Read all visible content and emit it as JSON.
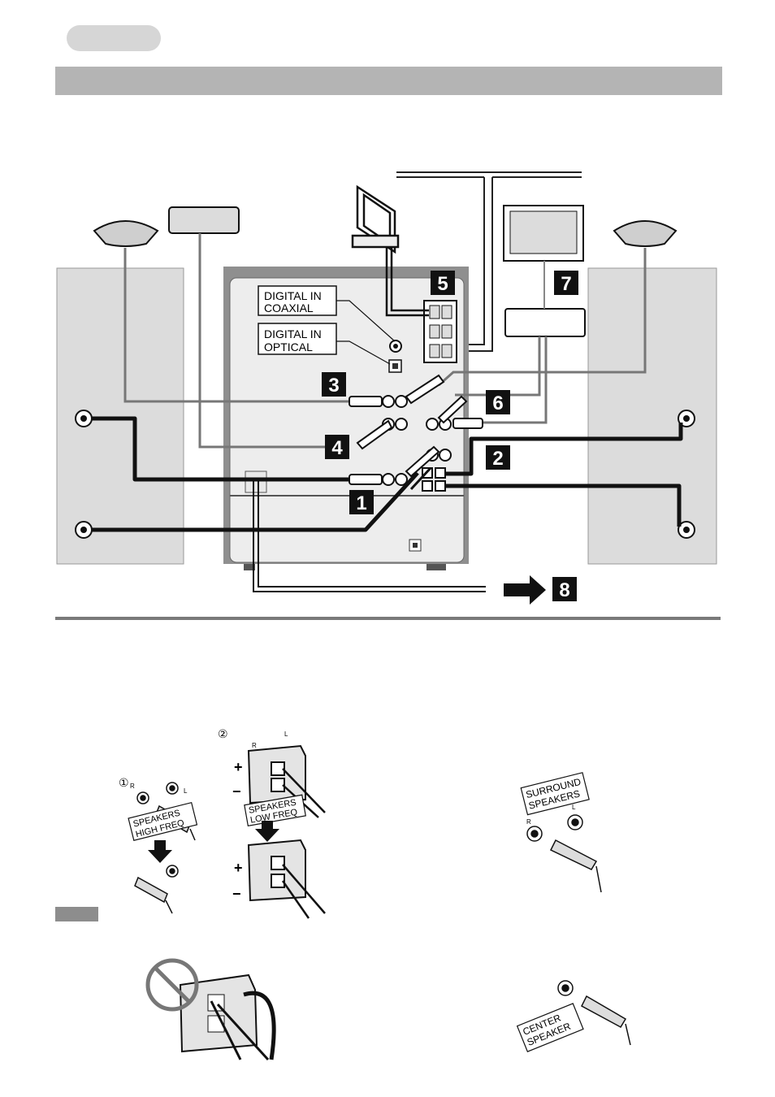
{
  "labels": {
    "digital_in_coaxial_line1": "DIGITAL IN",
    "digital_in_coaxial_line2": "COAXIAL",
    "digital_in_optical_line1": "DIGITAL IN",
    "digital_in_optical_line2": "OPTICAL",
    "speakers_high_freq_line1": "SPEAKERS",
    "speakers_high_freq_line2": "HIGH FREQ",
    "speakers_low_freq_line1": "SPEAKERS",
    "speakers_low_freq_line2": "LOW FREQ",
    "surround_speakers_line1": "SURROUND",
    "surround_speakers_line2": "SPEAKERS",
    "center_speaker_line1": "CENTER",
    "center_speaker_line2": "SPEAKER",
    "r": "R",
    "l": "L",
    "step_1": "①",
    "step_2": "②",
    "plus": "+",
    "minus": "−"
  },
  "callouts": [
    "1",
    "2",
    "3",
    "4",
    "5",
    "6",
    "7",
    "8"
  ],
  "colors": {
    "header_bar": "#b4b4b4",
    "panel_gray": "#dcdcdc",
    "cable_dark": "#111111",
    "callout_bg": "#111111",
    "callout_fg": "#ffffff"
  }
}
